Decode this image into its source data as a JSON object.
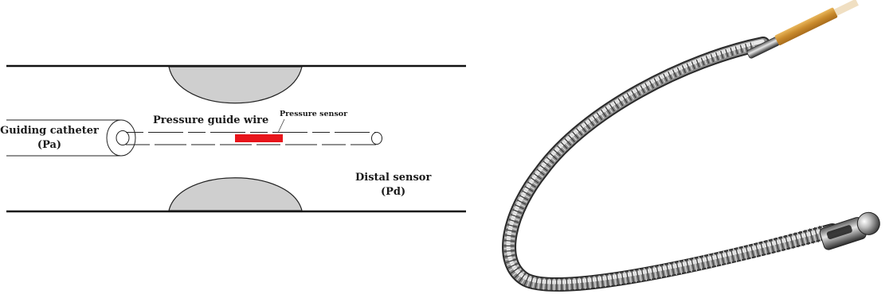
{
  "labels": {
    "guiding_catheter_line1": "Guiding catheter",
    "guiding_catheter_line2": "(Pa)",
    "pressure_guide_wire": "Pressure guide wire",
    "pressure_sensor": "Pressure sensor",
    "distal_sensor_line1": "Distal sensor",
    "distal_sensor_line2": "(Pd)"
  },
  "colors": {
    "vessel_wall": "#111111",
    "stenosis_fill": "#cfcfcf",
    "sensor": "#e8151b",
    "wire_coil_dark": "#3c3c3c",
    "wire_coil_light": "#d8d8d8",
    "wire_tip_coating": "#c8892e"
  }
}
